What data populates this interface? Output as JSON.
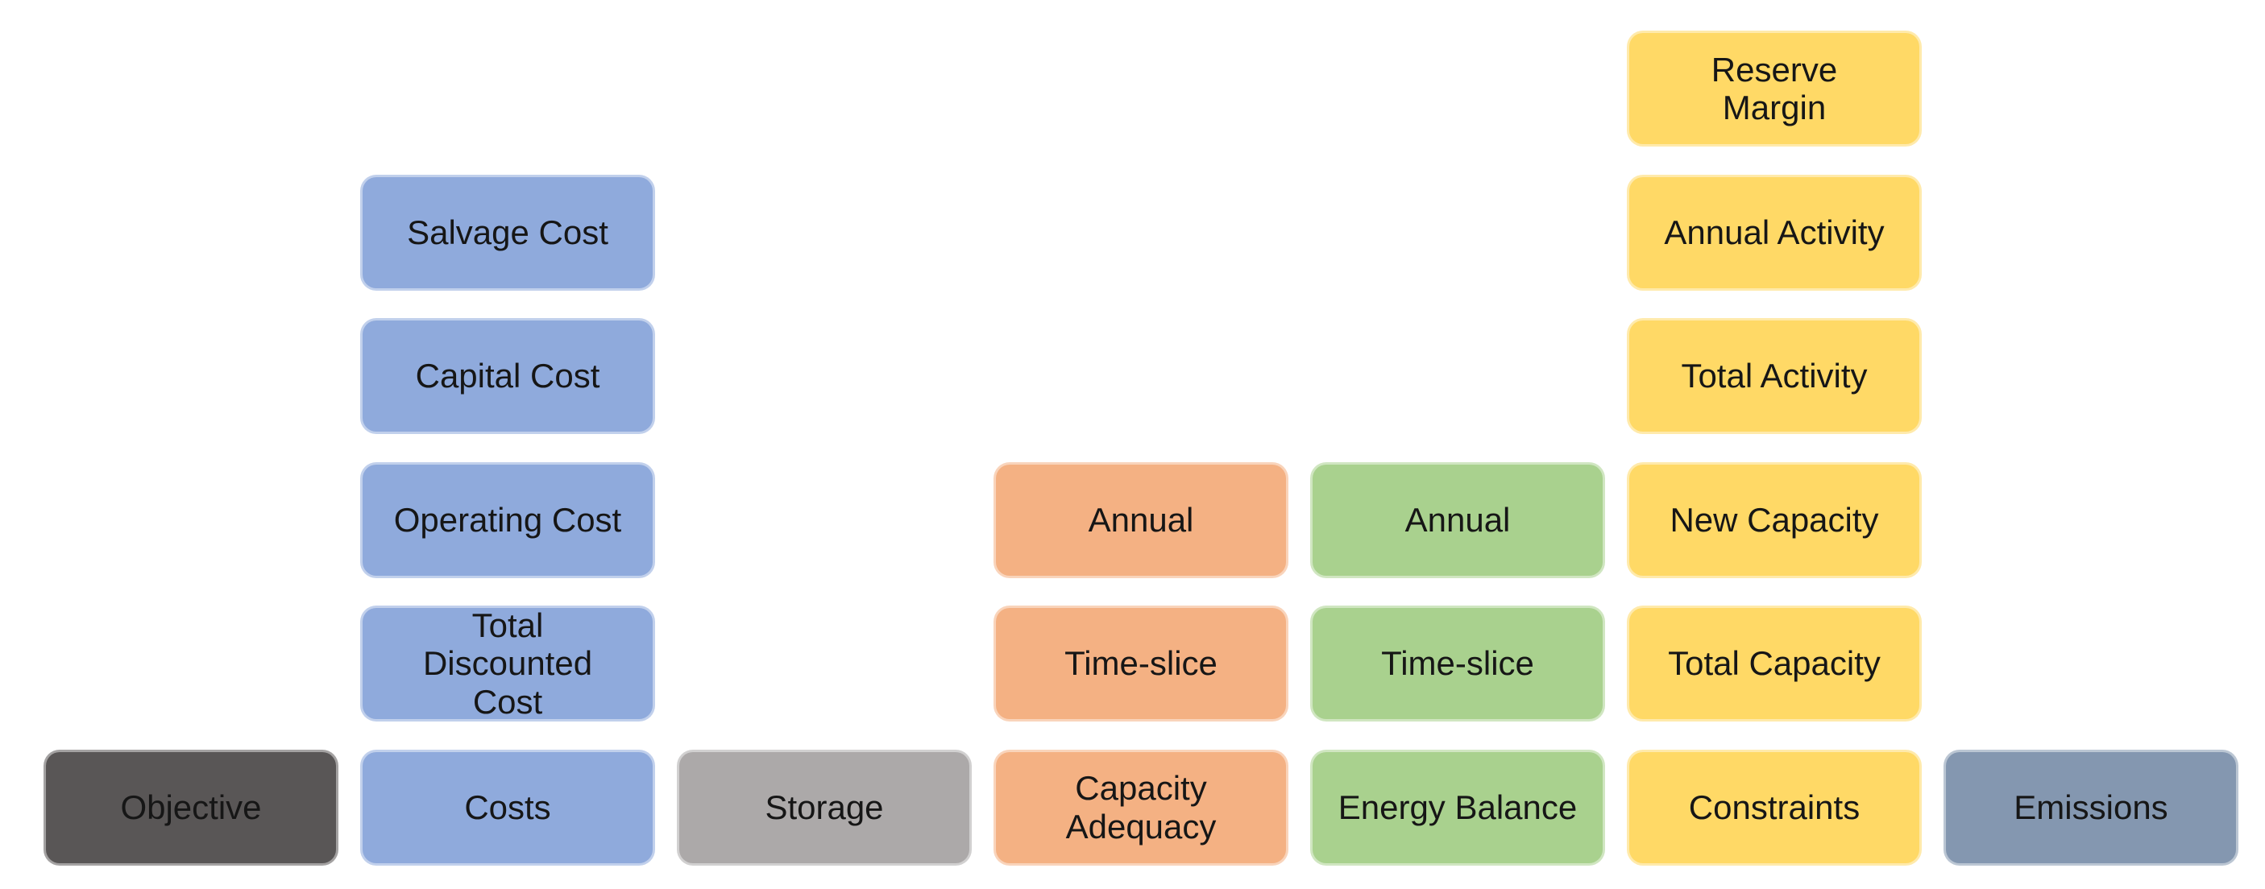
{
  "diagram": {
    "title": "",
    "background": "#ffffff",
    "text_color": "#161616",
    "columns": [
      {
        "id": "objective",
        "color": "#595656",
        "header": {
          "label": "Objective"
        },
        "stack": []
      },
      {
        "id": "costs",
        "color": "#8FAADC",
        "header": {
          "label": "Costs"
        },
        "stack": [
          {
            "label": "Salvage Cost"
          },
          {
            "label": "Capital Cost"
          },
          {
            "label": "Operating Cost"
          },
          {
            "label": "Total\nDiscounted\nCost"
          }
        ]
      },
      {
        "id": "storage",
        "color": "#ACA9A9",
        "header": {
          "label": "Storage"
        },
        "stack": []
      },
      {
        "id": "capacity_adequacy",
        "color": "#F4B183",
        "header": {
          "label": "Capacity\nAdequacy"
        },
        "stack": [
          {
            "label": "Annual"
          },
          {
            "label": "Time-slice"
          }
        ]
      },
      {
        "id": "energy_balance",
        "color": "#A9D18E",
        "header": {
          "label": "Energy Balance"
        },
        "stack": [
          {
            "label": "Annual"
          },
          {
            "label": "Time-slice"
          }
        ]
      },
      {
        "id": "constraints",
        "color": "#FFD966",
        "header": {
          "label": "Constraints"
        },
        "stack": [
          {
            "label": "Reserve\nMargin"
          },
          {
            "label": "Annual Activity"
          },
          {
            "label": "Total Activity"
          },
          {
            "label": "New Capacity"
          },
          {
            "label": "Total Capacity"
          }
        ]
      },
      {
        "id": "emissions",
        "color": "#8497B0",
        "header": {
          "label": "Emissions"
        },
        "stack": []
      }
    ]
  }
}
